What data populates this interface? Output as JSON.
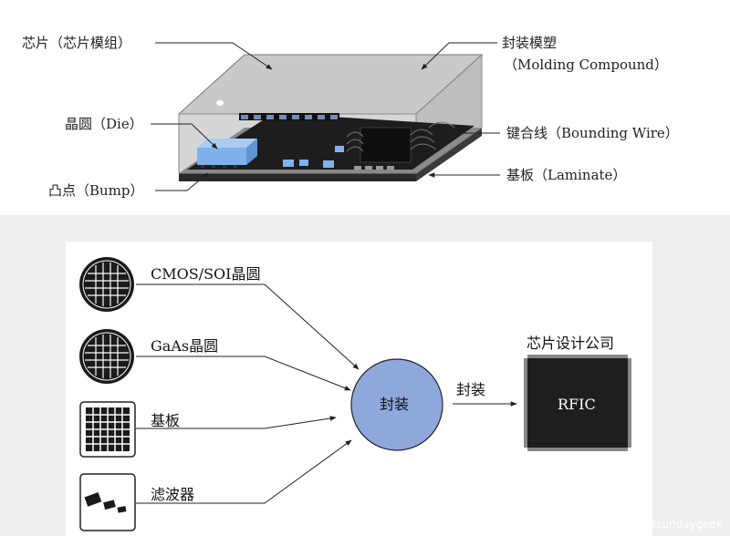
{
  "package_structure": {
    "labels": {
      "chip_module": "芯片（芯片模组）",
      "molding_compound_cn": "封装模塑",
      "molding_compound_en": "（Molding Compound）",
      "die": "晶圆（Die）",
      "bonding_wire": "键合线（Bounding Wire）",
      "laminate": "基板（Laminate）",
      "bump": "凸点（Bump）"
    }
  },
  "flow": {
    "inputs": [
      {
        "label": "CMOS/SOI晶圆",
        "icon": "wafer-icon"
      },
      {
        "label": "GaAs晶圆",
        "icon": "wafer-icon"
      },
      {
        "label": "基板",
        "icon": "substrate-grid-icon"
      },
      {
        "label": "滤波器",
        "icon": "filter-components-icon"
      }
    ],
    "center_node": "封装",
    "arrow_label": "封装",
    "output_heading": "芯片设计公司",
    "output_chip": "RFIC"
  },
  "colors": {
    "center_node_fill": "#8fa8dc",
    "chip_fill": "#1e1e1e",
    "die_fill": "#7fb2ea"
  },
  "watermark": "CSDN @sundaygeek"
}
